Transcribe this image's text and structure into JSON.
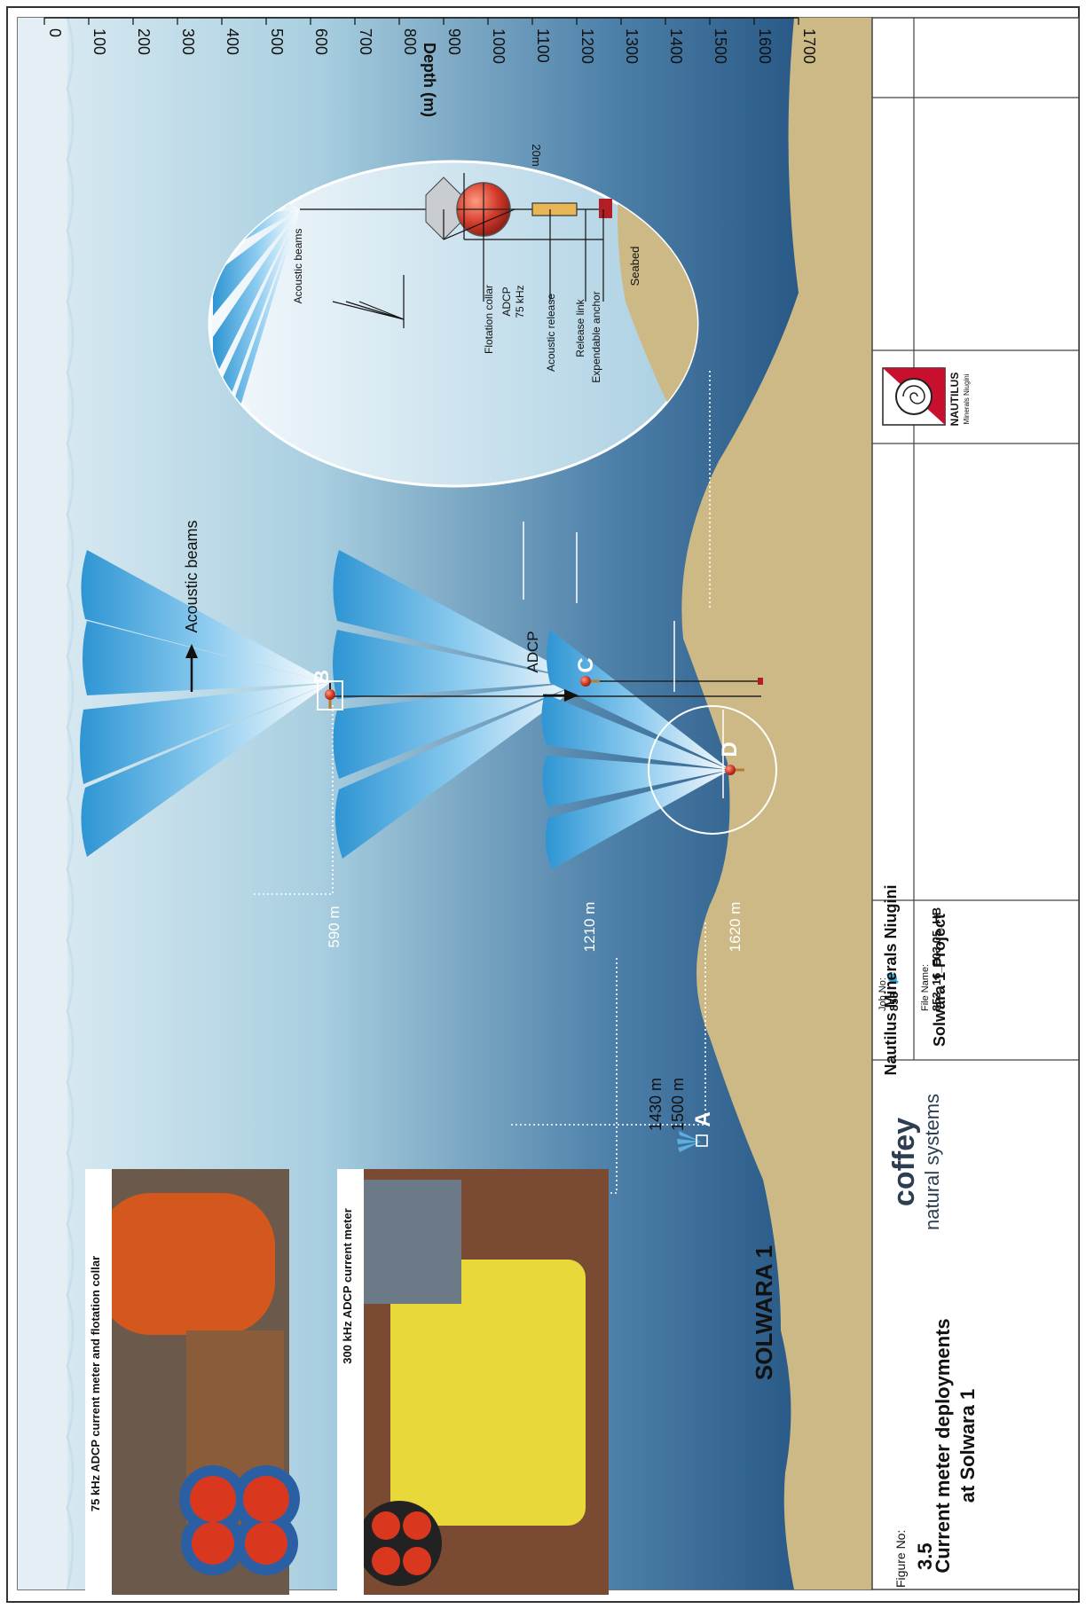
{
  "figure": {
    "figure_no_label": "Figure No:",
    "figure_no": "3.5",
    "title": "Current meter deployments at Solwara 1"
  },
  "title_block": {
    "client": "Nautilus Minerals Niugini",
    "project": "Solwara 1 Project",
    "job_no_label": "Job No:",
    "job_no": "853",
    "file_name_label": "File Name:",
    "file_name": "853_16_F03.05_HB",
    "company_logo": {
      "name": "coffey",
      "sub": "natural systems"
    },
    "client_logo": {
      "name": "NAUTILUS",
      "sub": "Minerals Niugini"
    }
  },
  "depth_axis": {
    "label": "Depth (m)",
    "ticks": [
      0,
      100,
      200,
      300,
      400,
      500,
      600,
      700,
      800,
      900,
      1000,
      1100,
      1200,
      1300,
      1400,
      1500,
      1600,
      1700
    ]
  },
  "site_label": "SOLWARA 1",
  "moorings": [
    {
      "id": "A",
      "depth_labels": [
        "1430 m",
        "1500 m"
      ]
    },
    {
      "id": "B",
      "depth_label": "590 m"
    },
    {
      "id": "C",
      "depth_label": "1210 m",
      "pointer_label": "ADCP"
    },
    {
      "id": "D",
      "depth_label": "1620 m"
    }
  ],
  "beams_label": "Acoustic beams",
  "detail": {
    "beams_label": "Acoustic beams",
    "flotation": "Flotation collar",
    "adcp": "ADCP",
    "adcp_freq": "75 kHz",
    "release": "Acoustic release",
    "release_link": "Release link",
    "anchor": "Expendable anchor",
    "seabed": "Seabed",
    "dimension": "20m"
  },
  "photos": [
    {
      "caption": "75 kHz ADCP current meter and flotation collar"
    },
    {
      "caption": "300 kHz ADCP current meter"
    }
  ],
  "colors": {
    "water_light": "#dcebf3",
    "water_deep": "#1d4d7c",
    "seabed": "#cdb985",
    "beam": "#4fa8dc",
    "float": "#d23a2a",
    "anchor": "#b11e24"
  }
}
